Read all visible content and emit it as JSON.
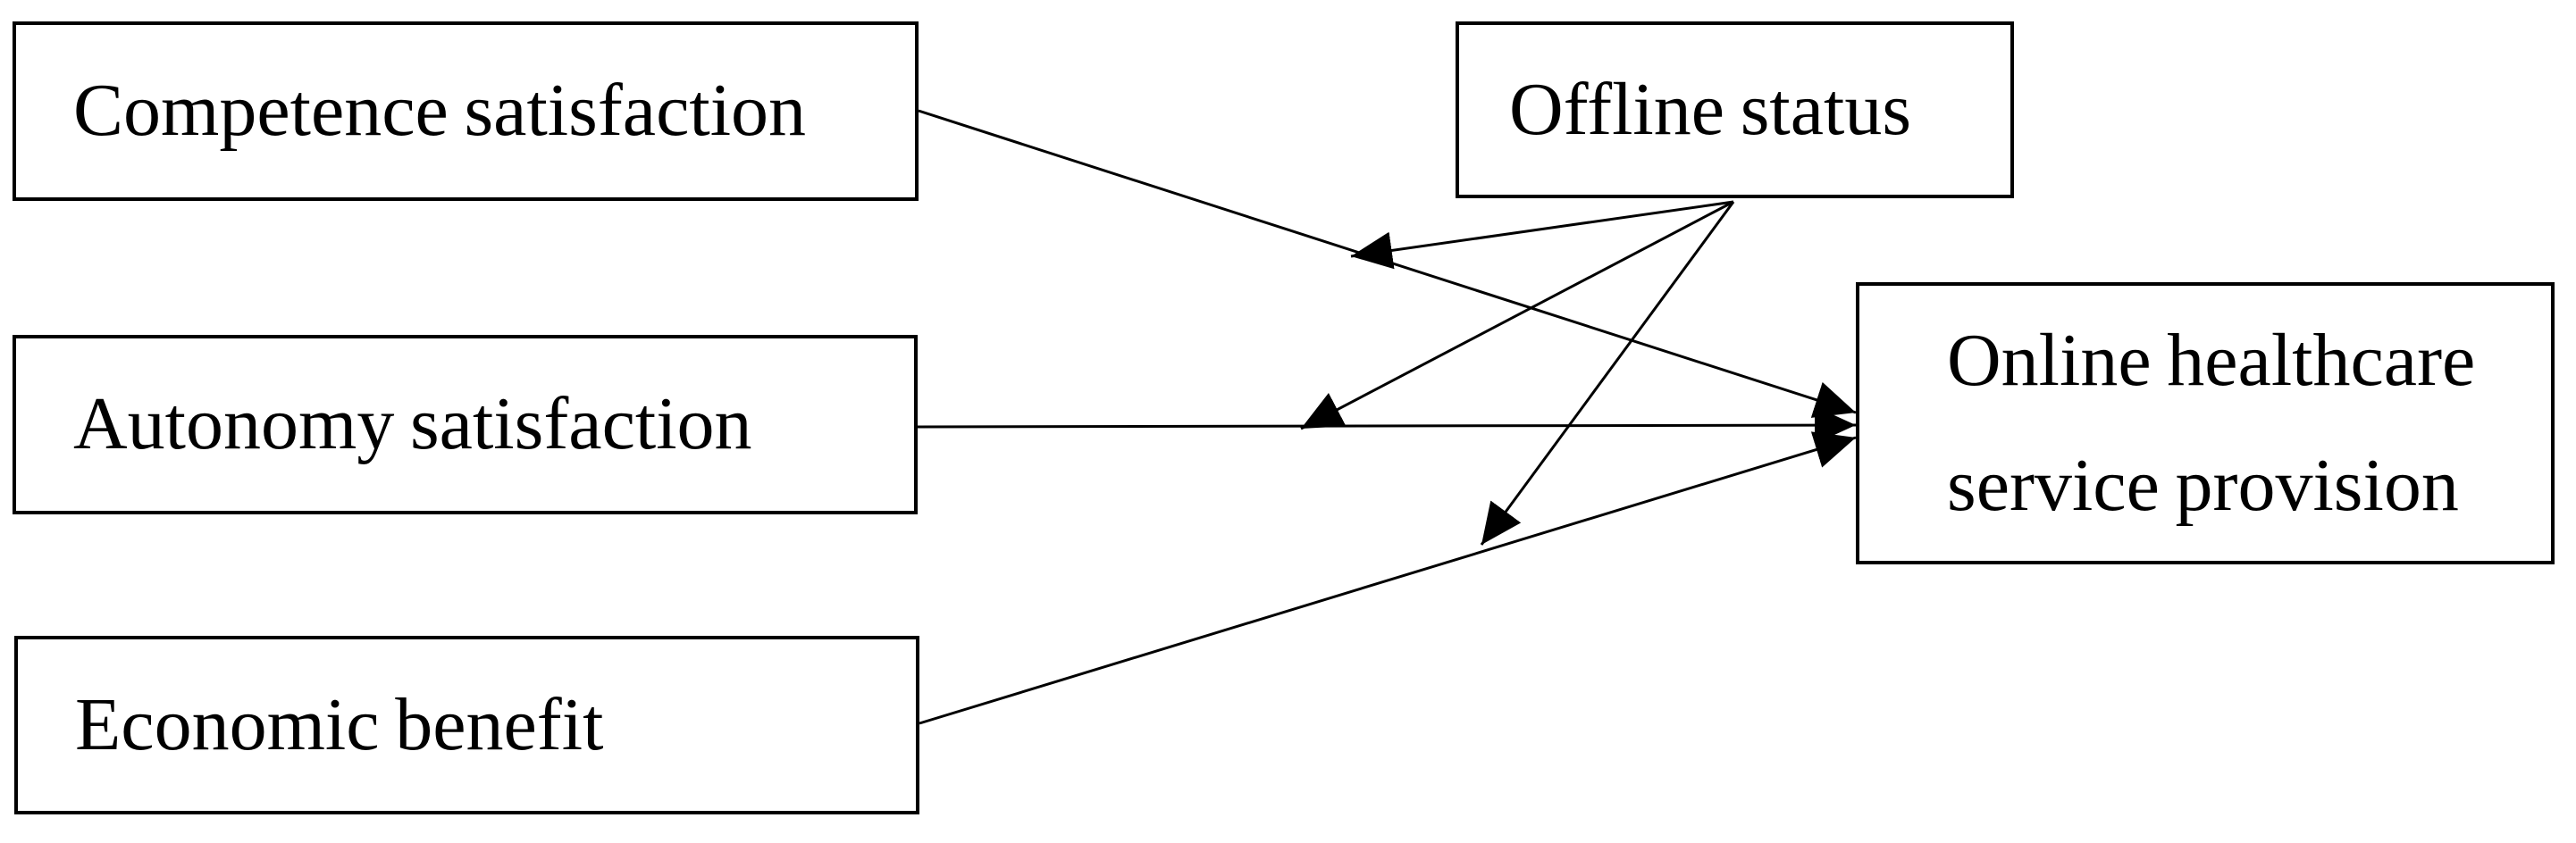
{
  "figure": {
    "type": "path-moderation-diagram",
    "background_color": "#ffffff",
    "ink_color": "#000000",
    "boxes": {
      "competence": {
        "label": "Competence satisfaction"
      },
      "autonomy": {
        "label": "Autonomy satisfaction"
      },
      "economic": {
        "label": "Economic benefit"
      },
      "offline": {
        "label": "Offline status"
      },
      "outcome": {
        "lines": [
          "Online healthcare",
          "service provision"
        ]
      }
    },
    "edges": [
      {
        "from": "Competence satisfaction",
        "to": "Online healthcare service provision",
        "type": "direct"
      },
      {
        "from": "Autonomy satisfaction",
        "to": "Online healthcare service provision",
        "type": "direct"
      },
      {
        "from": "Economic benefit",
        "to": "Online healthcare service provision",
        "type": "direct"
      },
      {
        "from": "Offline status",
        "to": "Competence satisfaction -> Online healthcare service provision",
        "type": "moderation"
      },
      {
        "from": "Offline status",
        "to": "Autonomy satisfaction -> Online healthcare service provision",
        "type": "moderation"
      },
      {
        "from": "Offline status",
        "to": "Economic benefit -> Online healthcare service provision",
        "type": "moderation"
      }
    ]
  }
}
